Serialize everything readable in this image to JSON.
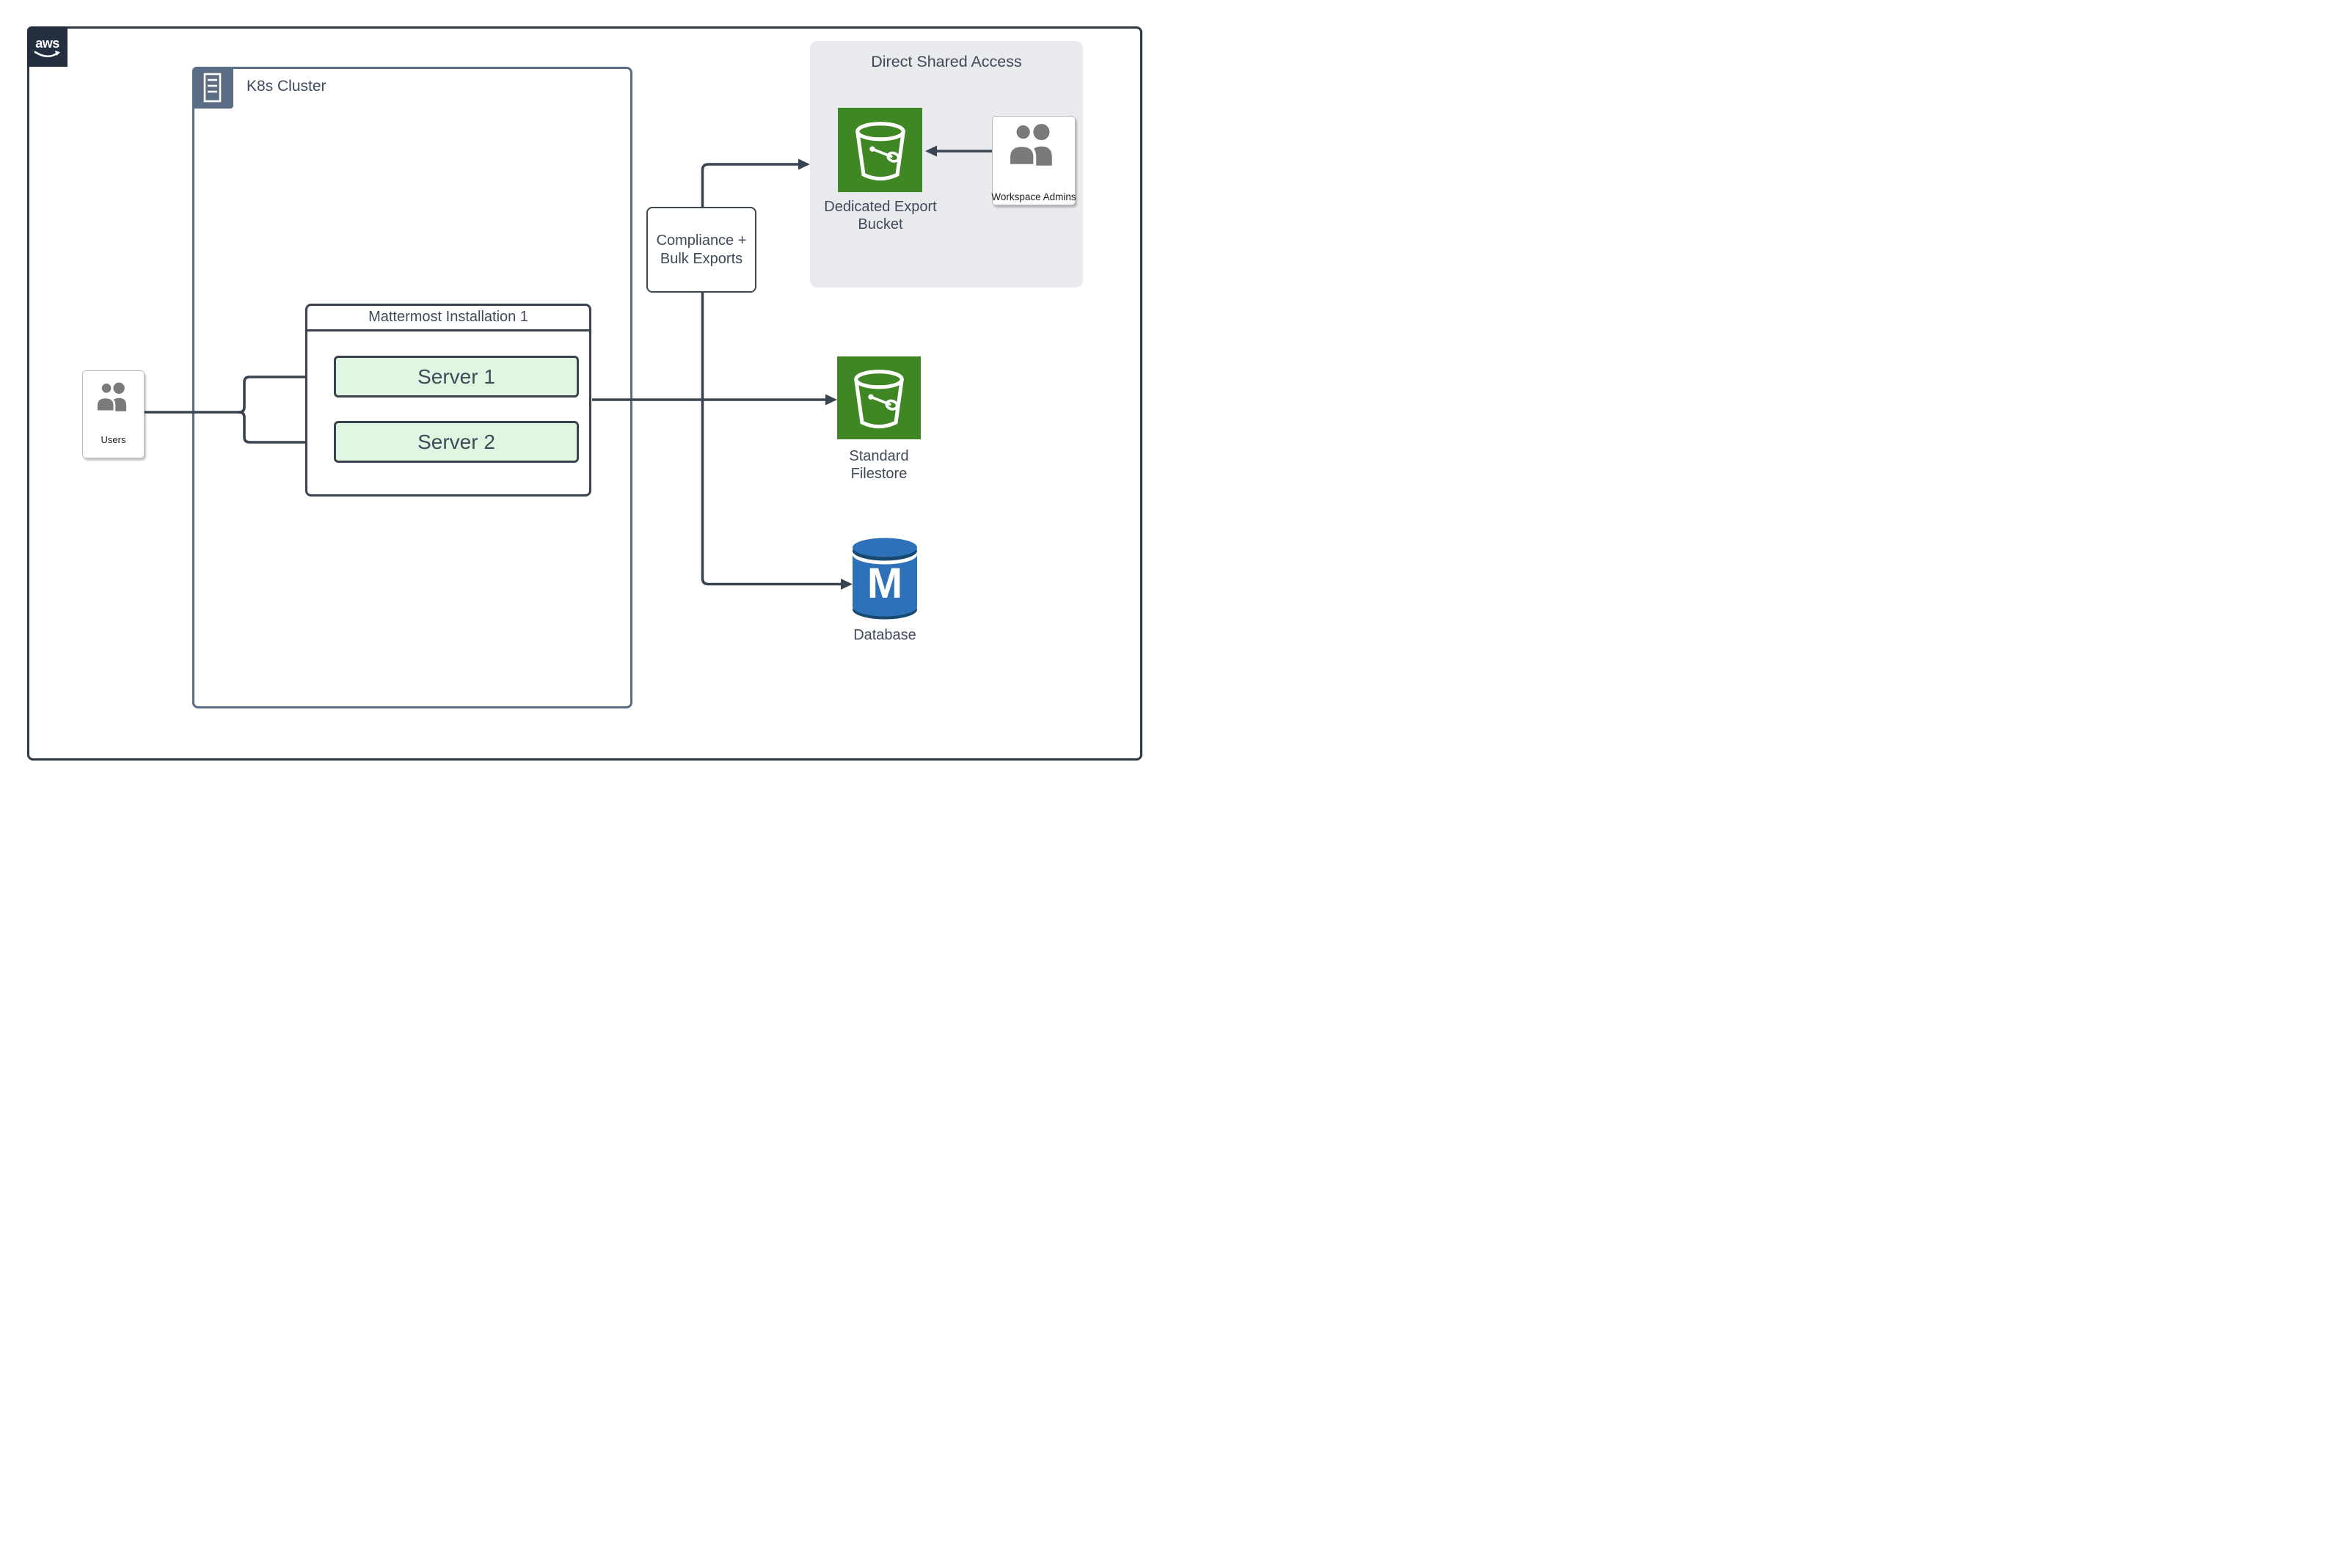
{
  "diagram": {
    "aws_logo": {
      "text": "aws"
    },
    "k8s_cluster": {
      "label": "K8s Cluster"
    },
    "users": {
      "label": "Users"
    },
    "mattermost": {
      "title": "Mattermost Installation 1",
      "servers": [
        {
          "label": "Server 1"
        },
        {
          "label": "Server 2"
        }
      ]
    },
    "compliance": {
      "line1": "Compliance +",
      "line2": "Bulk Exports"
    },
    "direct_shared_access": {
      "title": "Direct Shared Access",
      "dedicated_bucket": {
        "line1": "Dedicated Export",
        "line2": "Bucket"
      },
      "workspace_admins": {
        "label": "Workspace Admins"
      }
    },
    "standard_filestore": {
      "line1": "Standard",
      "line2": "Filestore"
    },
    "database": {
      "label": "Database",
      "monogram": "M"
    },
    "colors": {
      "aws_navy": "#232F3E",
      "k8s_border": "#5B6C85",
      "connector": "#3A4450",
      "text_slate": "#3F4A59",
      "server_fill": "#E0F6E1",
      "panel_gray": "#E9EAEE",
      "bucket_green": "#3F8624",
      "database_blue": "#2D72B8",
      "database_blue_dark": "#17486F",
      "people_gray": "#7A7A7A"
    }
  }
}
